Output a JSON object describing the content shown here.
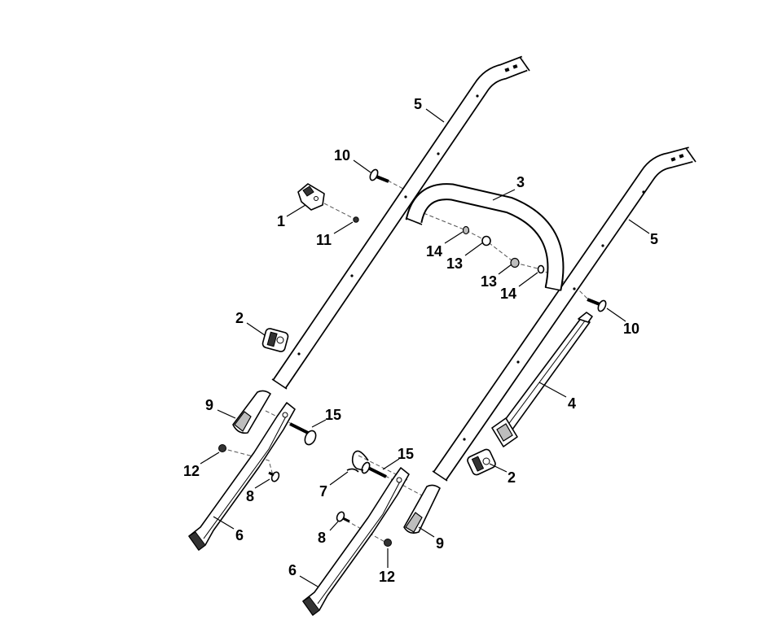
{
  "callouts": [
    "5",
    "10",
    "3",
    "1",
    "11",
    "5",
    "2",
    "14",
    "13",
    "13",
    "14",
    "10",
    "4",
    "9",
    "15",
    "12",
    "8",
    "15",
    "7",
    "2",
    "6",
    "8",
    "9",
    "6",
    "12"
  ]
}
